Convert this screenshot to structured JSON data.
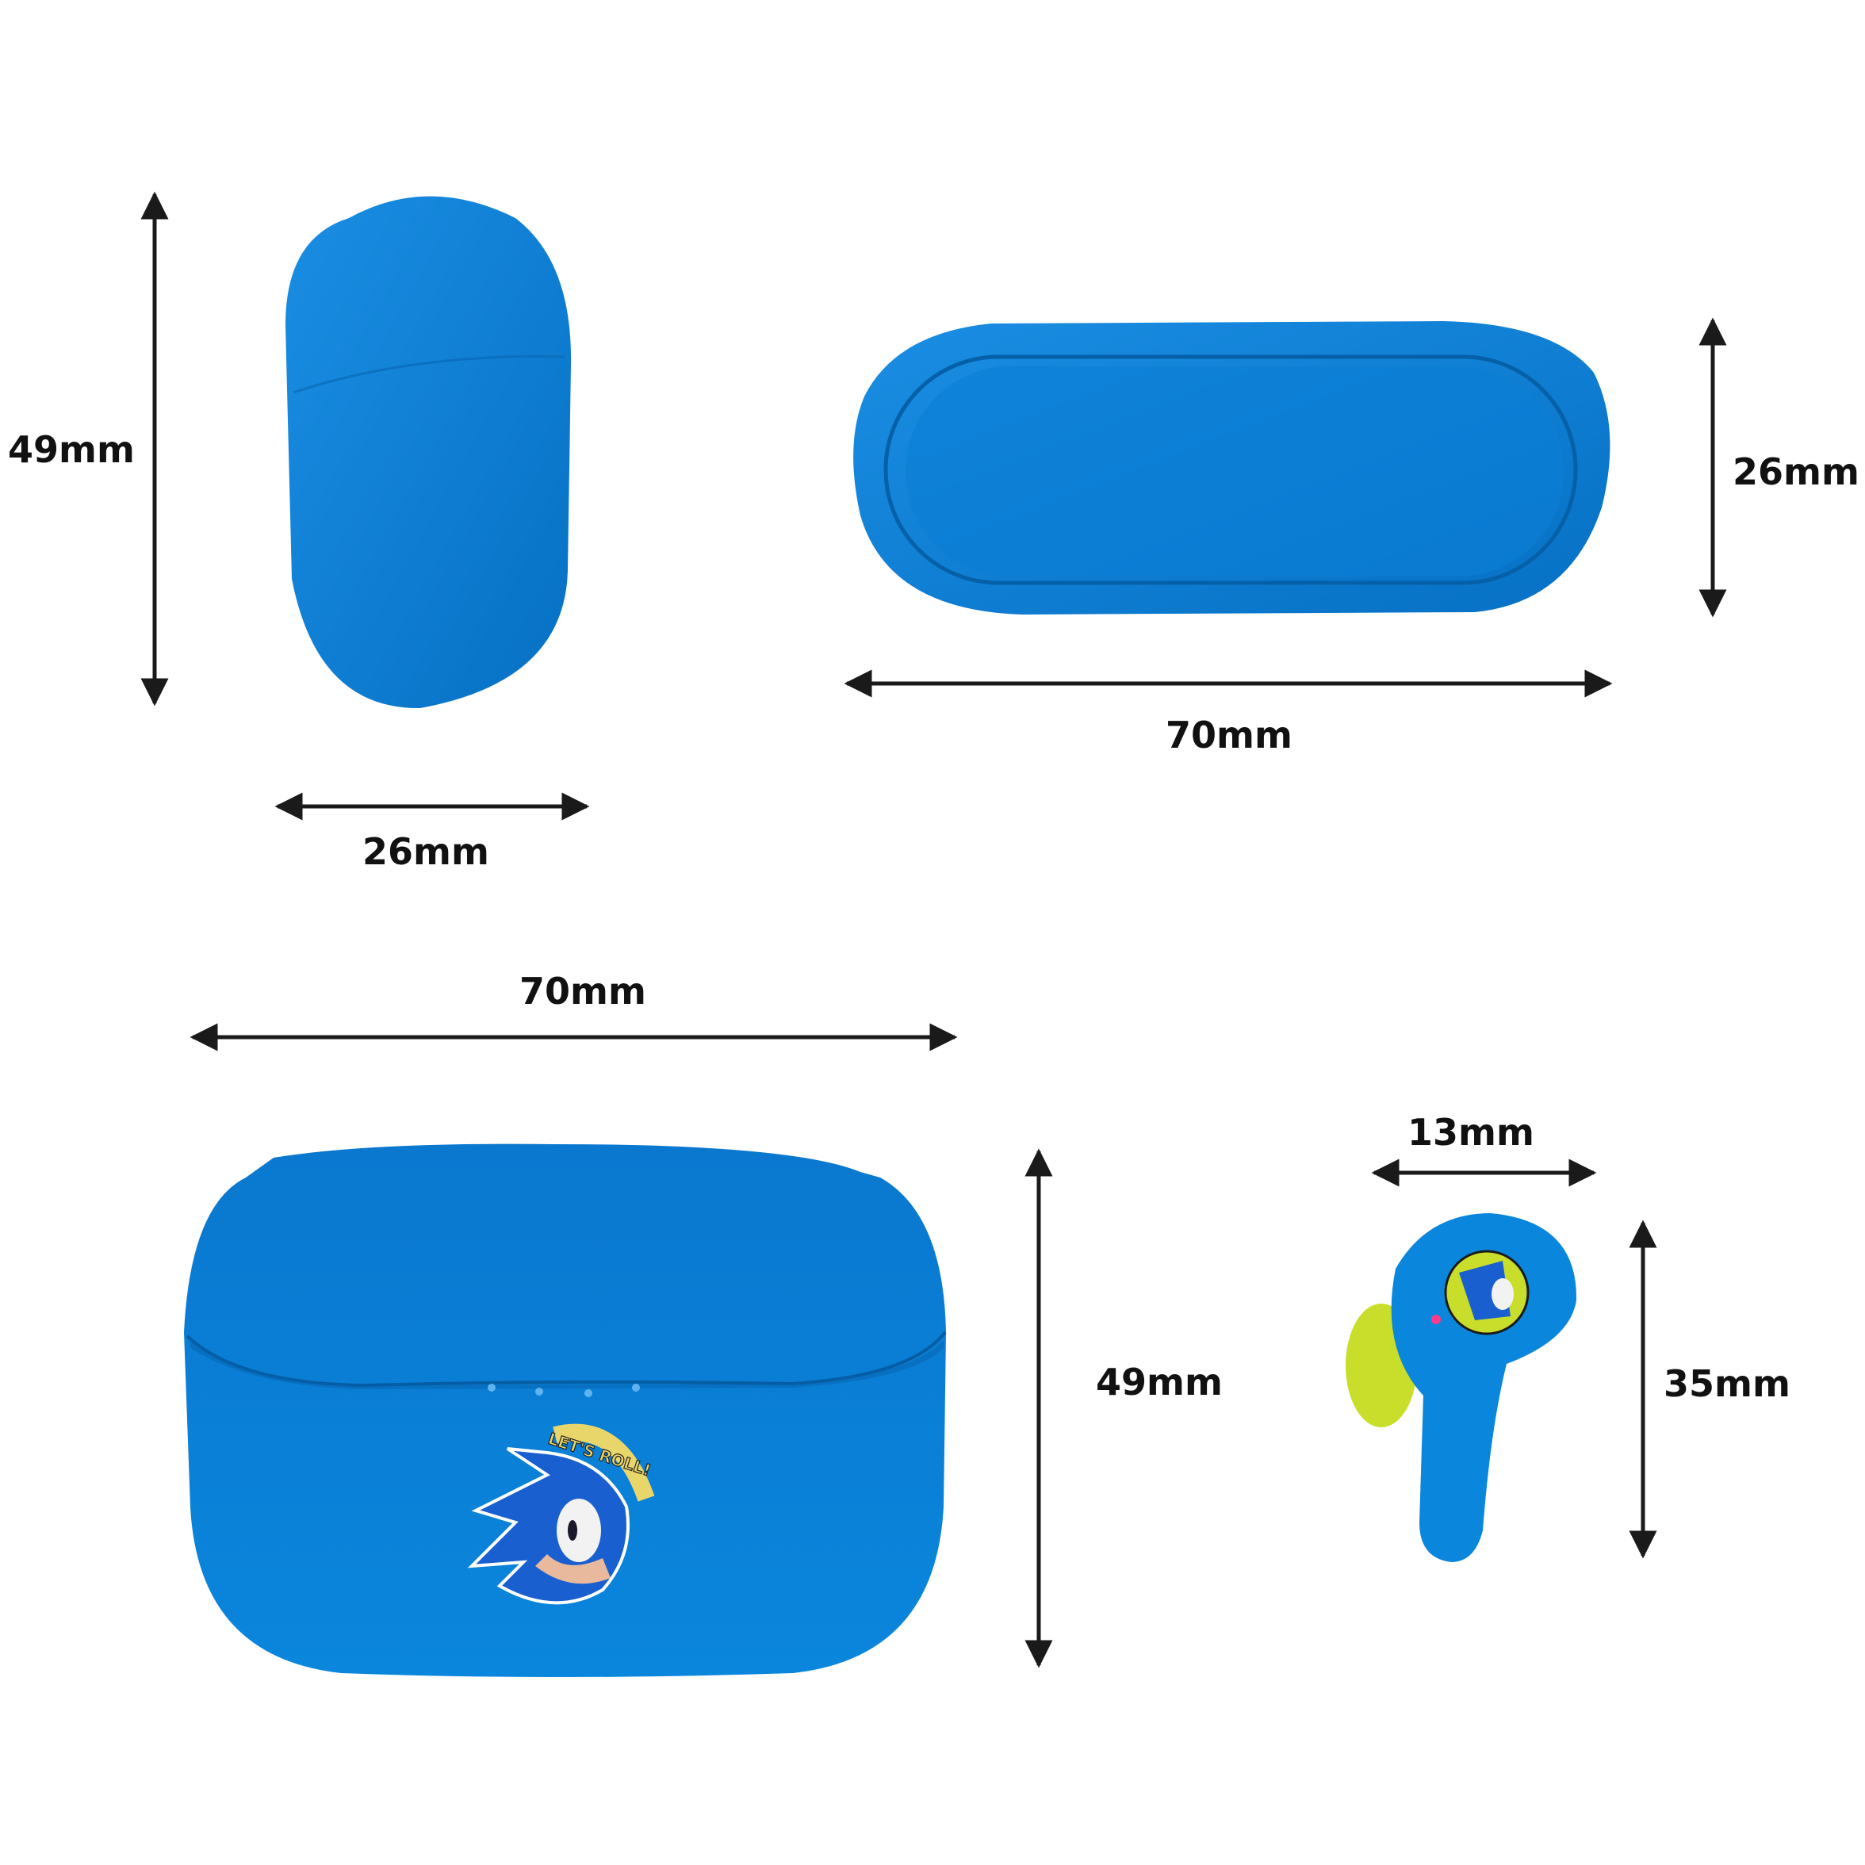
{
  "colors": {
    "case_blue": "#0a7fd6",
    "case_dark": "#0668b5",
    "eartip_yellow": "#c9de2a",
    "dimension_line": "#1a1a1a",
    "background": "#ffffff"
  },
  "side_view": {
    "height_label": "49mm",
    "width_label": "26mm"
  },
  "bottom_view": {
    "height_label": "26mm",
    "width_label": "70mm"
  },
  "front_view": {
    "width_label": "70mm",
    "height_label": "49mm",
    "badge_text": "LET'S ROLL!"
  },
  "earbud": {
    "width_label": "13mm",
    "height_label": "35mm"
  }
}
